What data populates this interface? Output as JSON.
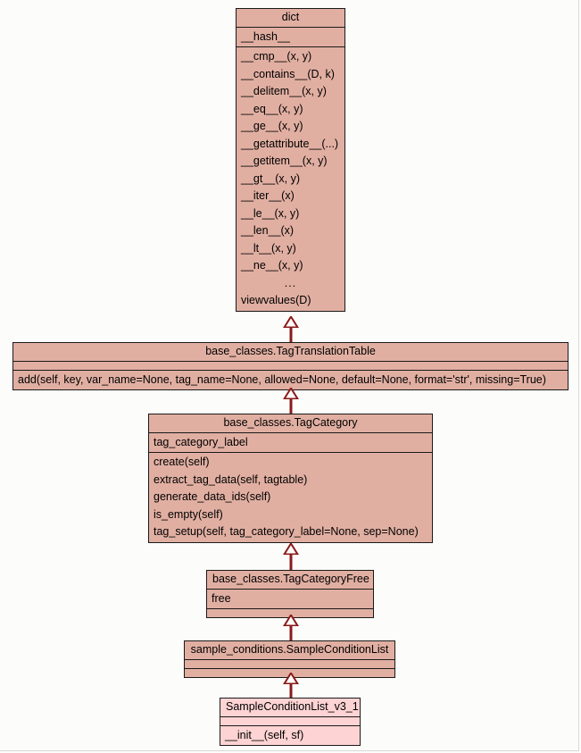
{
  "diagram": {
    "type": "uml-class-diagram",
    "title": "",
    "background_color": "#fcfdfa",
    "class_fill_color": "#e1afa2",
    "leaf_fill_color": "#fdd3d3",
    "border_color": "#1a1a1a",
    "relation_color": "#8b1a1a",
    "relation_type": "generalization"
  },
  "classes": [
    {
      "id": "dict",
      "name": "dict",
      "attributes": [
        "__hash__"
      ],
      "methods": [
        "__cmp__(x, y)",
        "__contains__(D, k)",
        "__delitem__(x, y)",
        "__eq__(x, y)",
        "__ge__(x, y)",
        "__getattribute__(...)",
        "__getitem__(x, y)",
        "__gt__(x, y)",
        "__iter__(x)",
        "__le__(x, y)",
        "__len__(x)",
        "__lt__(x, y)",
        "__ne__(x, y)",
        "...",
        "viewvalues(D)"
      ]
    },
    {
      "id": "tagtranslationtable",
      "name": "base_classes.TagTranslationTable",
      "attributes": [],
      "methods": [
        "add(self, key, var_name=None, tag_name=None, allowed=None, default=None, format='str', missing=True)"
      ]
    },
    {
      "id": "tagcategory",
      "name": "base_classes.TagCategory",
      "attributes": [
        "tag_category_label"
      ],
      "methods": [
        "create(self)",
        "extract_tag_data(self, tagtable)",
        "generate_data_ids(self)",
        "is_empty(self)",
        "tag_setup(self, tag_category_label=None, sep=None)"
      ]
    },
    {
      "id": "tagcategoryfree",
      "name": "base_classes.TagCategoryFree",
      "attributes": [
        "free"
      ],
      "methods": []
    },
    {
      "id": "sampleconditionlist",
      "name": "sample_conditions.SampleConditionList",
      "attributes": [],
      "methods": []
    },
    {
      "id": "sampleconditionlist_v3_1",
      "name": "SampleConditionList_v3_1",
      "attributes": [],
      "methods": [
        "__init__(self, sf)"
      ]
    }
  ],
  "relations": [
    {
      "from": "tagtranslationtable",
      "to": "dict",
      "kind": "generalization"
    },
    {
      "from": "tagcategory",
      "to": "tagtranslationtable",
      "kind": "generalization"
    },
    {
      "from": "tagcategoryfree",
      "to": "tagcategory",
      "kind": "generalization"
    },
    {
      "from": "sampleconditionlist",
      "to": "tagcategoryfree",
      "kind": "generalization"
    },
    {
      "from": "sampleconditionlist_v3_1",
      "to": "sampleconditionlist",
      "kind": "generalization"
    }
  ]
}
